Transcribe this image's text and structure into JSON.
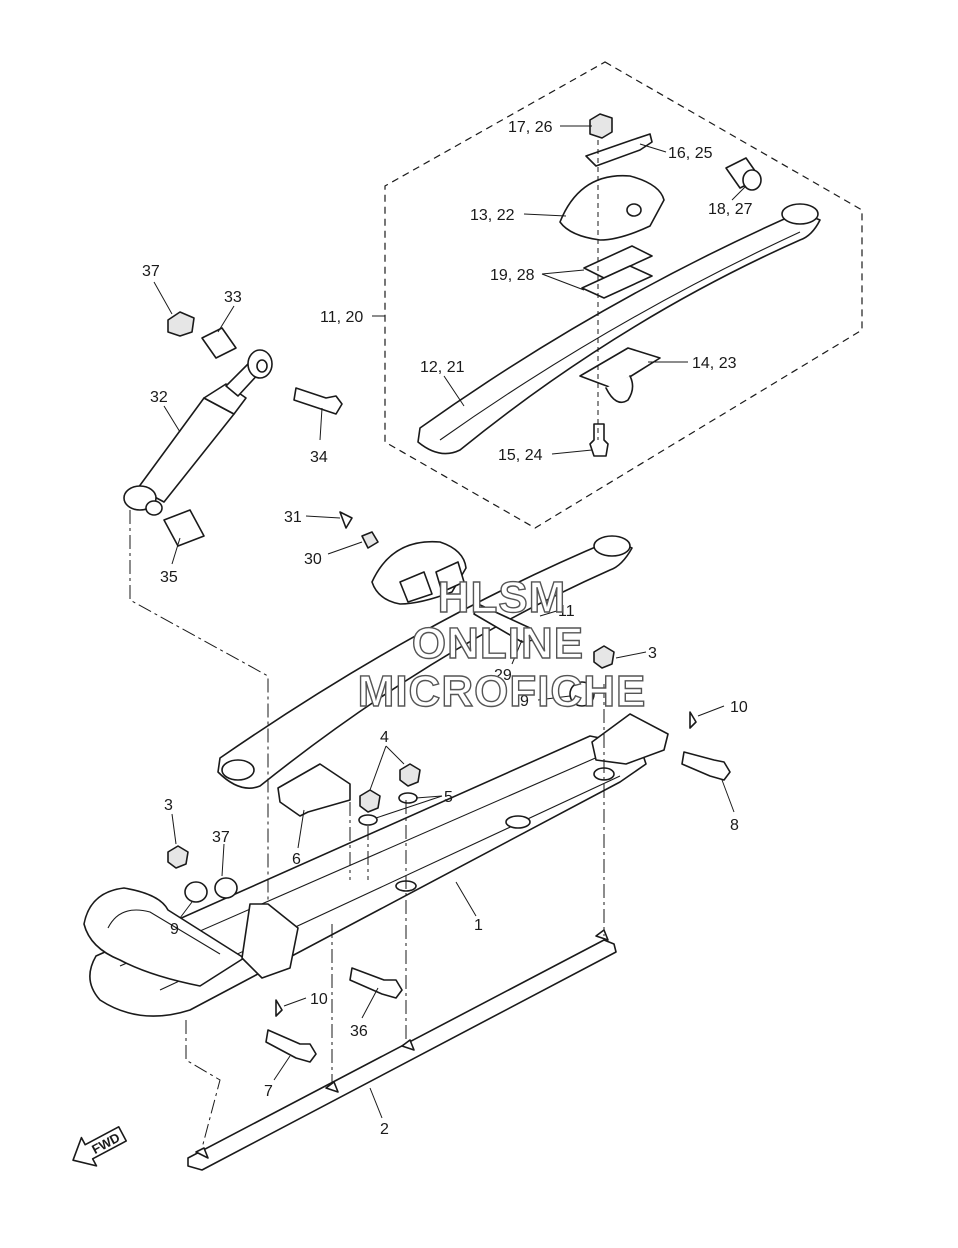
{
  "callouts": {
    "c1726": "17, 26",
    "c1625": "16, 25",
    "c1827": "18, 27",
    "c1322": "13, 22",
    "c1928": "19, 28",
    "c1120": "11, 20",
    "c1221": "12, 21",
    "c1423": "14, 23",
    "c1524": "15, 24",
    "c37a": "37",
    "c33": "33",
    "c32": "32",
    "c34": "34",
    "c35": "35",
    "c31": "31",
    "c30": "30",
    "c11": "11",
    "c29": "29",
    "c3a": "3",
    "c9a": "9",
    "c10a": "10",
    "c4": "4",
    "c5": "5",
    "c8": "8",
    "c6": "6",
    "c3b": "3",
    "c37b": "37",
    "c9b": "9",
    "c1": "1",
    "c10b": "10",
    "c36": "36",
    "c7": "7",
    "c2": "2"
  },
  "watermark": {
    "line1": "HLSM",
    "line2": "ONLINE",
    "line3": "MICROFICHE"
  },
  "fwd_label": "FWD"
}
